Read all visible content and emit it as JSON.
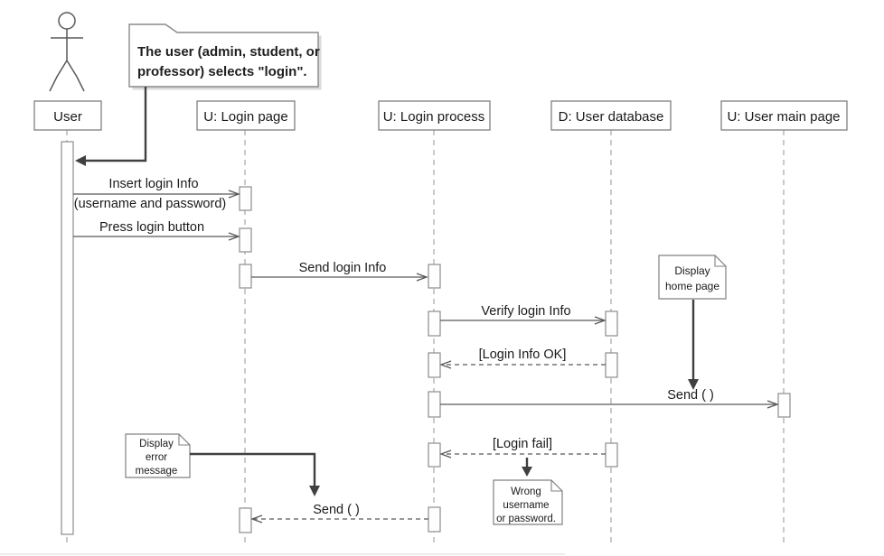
{
  "diagram_type": "uml-sequence-diagram",
  "top_note": {
    "line1": "The user (admin, student, or",
    "line2": "professor) selects \"login\"."
  },
  "actor": {
    "label": "User"
  },
  "lifelines": {
    "login_page": {
      "label": "U: Login page"
    },
    "login_process": {
      "label": "U: Login process"
    },
    "user_database": {
      "label": "D: User database"
    },
    "user_main_page": {
      "label": "U: User main page"
    }
  },
  "messages": {
    "insert_login": {
      "label": "Insert login Info",
      "sublabel": "(username and password)",
      "style": "solid"
    },
    "press_login": {
      "label": "Press login button",
      "style": "solid"
    },
    "send_login_info": {
      "label": "Send login Info",
      "style": "solid"
    },
    "verify_login": {
      "label": "Verify login Info",
      "style": "solid"
    },
    "login_info_ok": {
      "label": "[Login Info OK]",
      "style": "dashed-return"
    },
    "send_home": {
      "label": "Send ( )",
      "style": "solid"
    },
    "login_fail": {
      "label": "[Login fail]",
      "style": "dashed-return"
    },
    "send_error": {
      "label": "Send ( )",
      "style": "dashed-return"
    }
  },
  "notes": {
    "display_home": {
      "line1": "Display",
      "line2": "home page"
    },
    "display_error": {
      "line1": "Display",
      "line2": "error",
      "line3": "message"
    },
    "wrong_credentials": {
      "line1": "Wrong",
      "line2": "username",
      "line3": "or password."
    }
  },
  "colors": {
    "message_line": "#595959",
    "lifeline_dash": "#a6a6a6",
    "note_connector": "#404040",
    "box_border": "#7f7f7f",
    "text": "#1a1a1a",
    "background": "#ffffff"
  }
}
